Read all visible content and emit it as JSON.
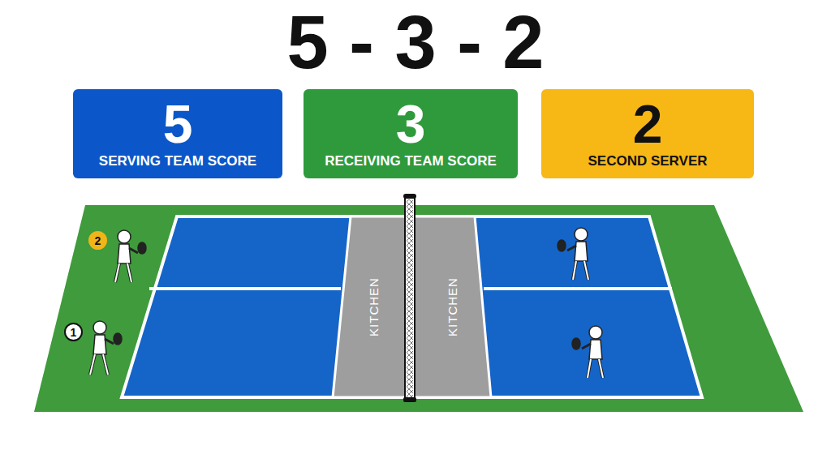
{
  "diagram": {
    "title": "5 - 3 - 2",
    "nodes": [
      {
        "text": [
          "5",
          "SERVING TEAM SCORE"
        ]
      },
      {
        "text": [
          "3",
          "RECEIVING TEAM SCORE"
        ]
      },
      {
        "text": [
          "2",
          "SECOND SERVER"
        ]
      },
      {
        "text": [
          "2"
        ]
      },
      {
        "text": [
          "1"
        ]
      },
      {
        "text": [
          "KITCHEN"
        ]
      },
      {
        "text": [
          "KITCHEN"
        ]
      }
    ]
  }
}
